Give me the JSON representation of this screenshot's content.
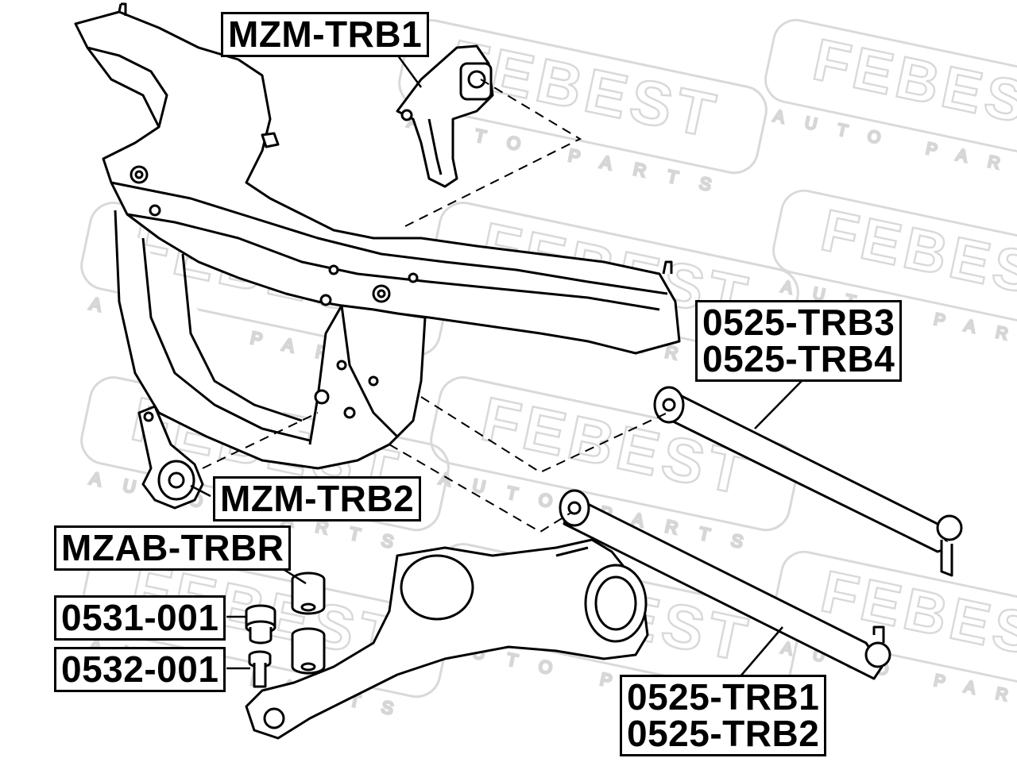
{
  "watermark": {
    "brand": "FEBEST",
    "sub": "AUTO PARTS",
    "color": "#d9d9d9"
  },
  "labels": {
    "mzm_trb1": "MZM-TRB1",
    "mzm_trb2": "MZM-TRB2",
    "mzab_trbr": "MZAB-TRBR",
    "p0531_001": "0531-001",
    "p0532_001": "0532-001",
    "p0525_trb3": "0525-TRB3",
    "p0525_trb4": "0525-TRB4",
    "p0525_trb1": "0525-TRB1",
    "p0525_trb2": "0525-TRB2"
  },
  "colors": {
    "line": "#000000",
    "background": "#ffffff"
  }
}
